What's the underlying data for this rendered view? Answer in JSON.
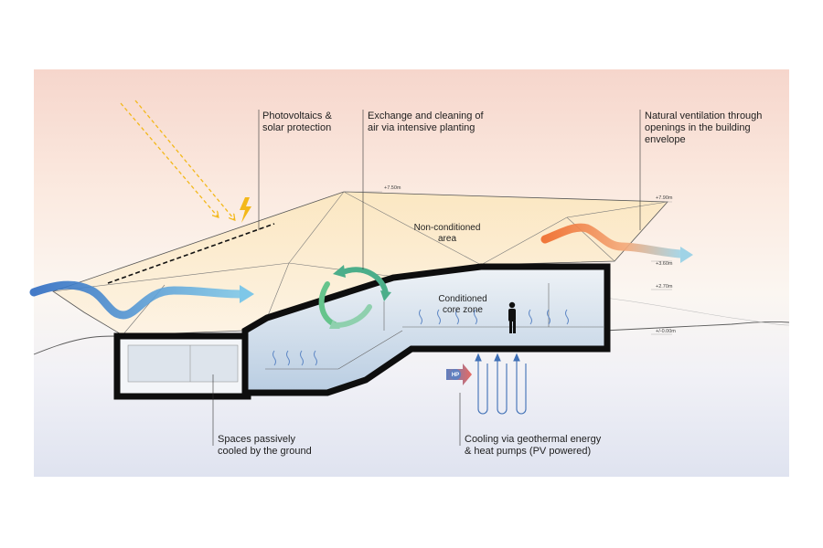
{
  "labels": {
    "photovoltaics": "Photovoltaics &\nsolar protection",
    "exchange": "Exchange and cleaning of\nair via intensive planting",
    "ventilation": "Natural ventilation through\nopenings in the building\nenvelope",
    "passive": "Spaces passively\ncooled by the ground",
    "geothermal": "Cooling via geothermal energy\n& heat pumps (PV powered)"
  },
  "zones": {
    "non_conditioned_1": "Non-conditioned",
    "non_conditioned_2": "area",
    "conditioned_1": "Conditioned",
    "conditioned_2": "core zone"
  },
  "levels": {
    "roof_peak": "+7.50m",
    "roof_right": "+7.90m",
    "mid": "+3.60m",
    "upper_floor": "+2.70m",
    "ground": "+/-0.00m"
  },
  "heat_pump": "HP",
  "colors": {
    "sky_top": "#f6d6cc",
    "ground_bottom": "#dfe3f0",
    "wall": "#111111",
    "interior": "#dfe6ee",
    "roof_fill": "#fbe9c6",
    "wind_blue": "#3c78c8",
    "wind_orange": "#ef7a3c",
    "plant_green": "#3aa878",
    "sun_yellow": "#f3b81a",
    "heat_arrow": "#e8706a"
  }
}
